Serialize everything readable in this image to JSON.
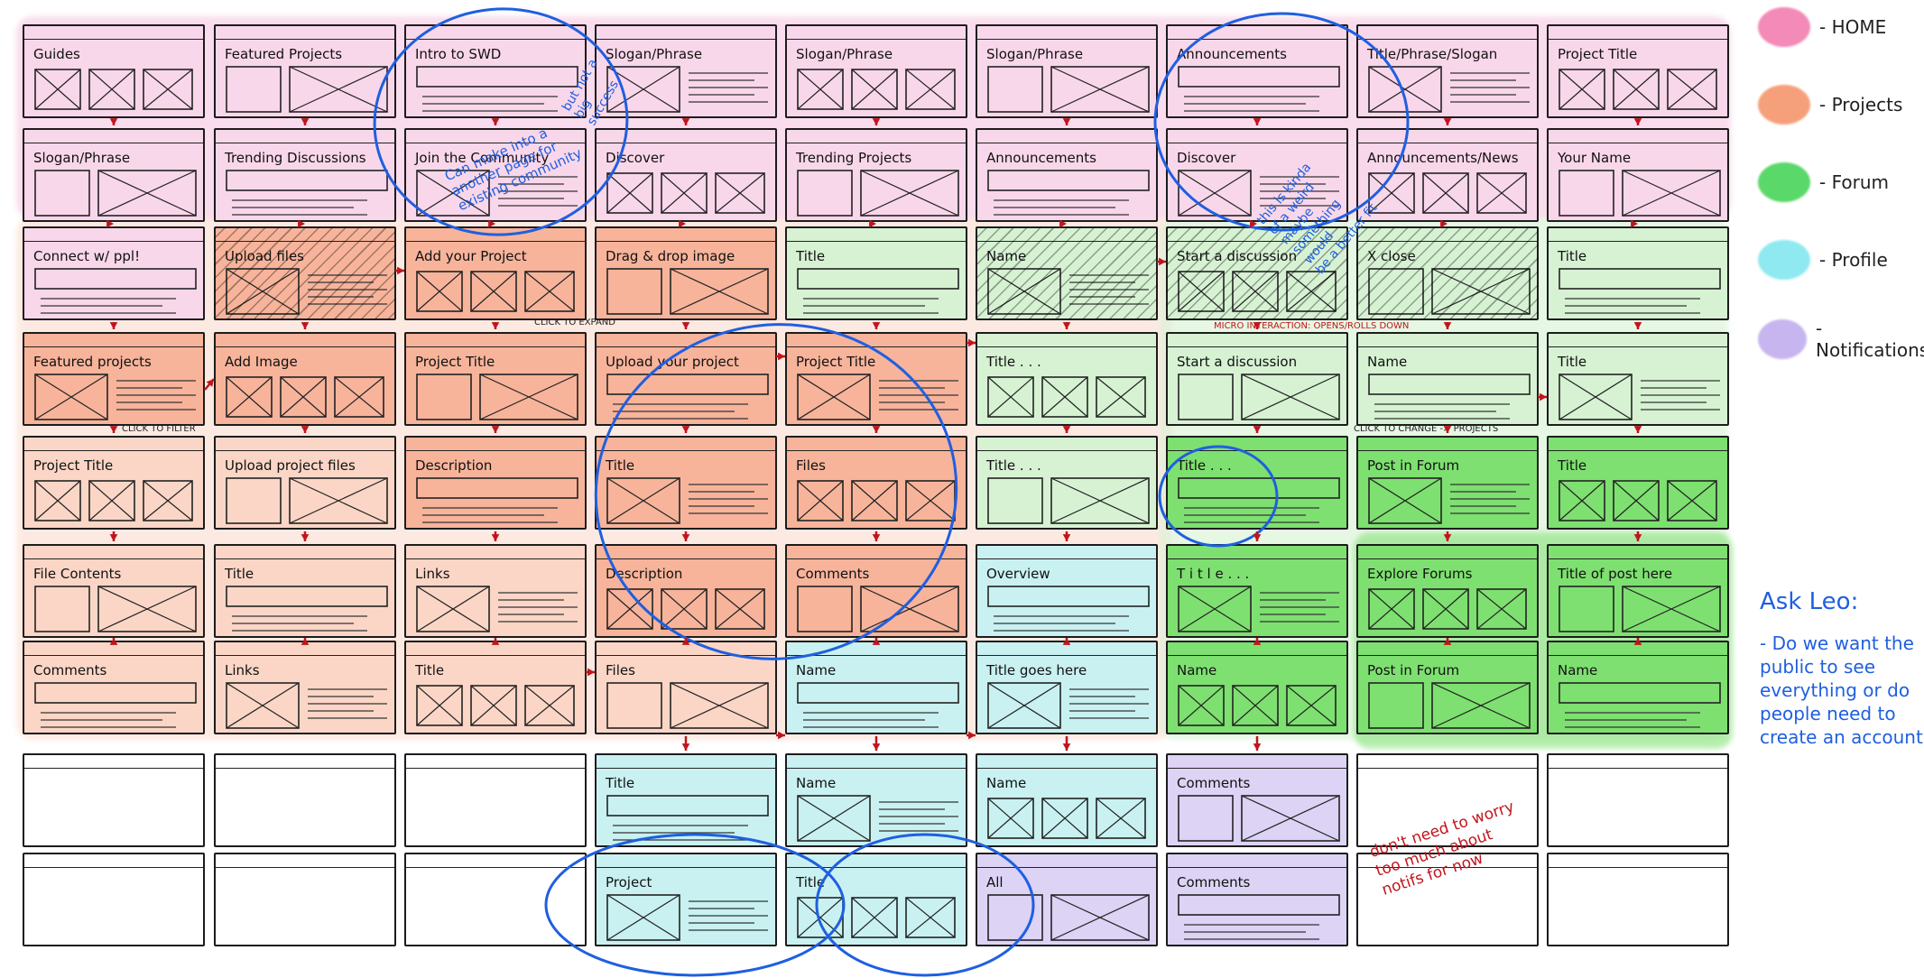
{
  "legend": [
    {
      "label": "- HOME",
      "color": "#f48ab8"
    },
    {
      "label": "- Projects",
      "color": "#f6a07b"
    },
    {
      "label": "- Forum",
      "color": "#5bd86a"
    },
    {
      "label": "- Profile",
      "color": "#8eeaf0"
    },
    {
      "label": "- Notifications",
      "color": "#c7b5f0"
    }
  ],
  "row_colors": {
    "home": "#f9d7ea",
    "projects": "#f7b49b",
    "projects_light": "#fbd6c6",
    "forum": "#d6f2d3",
    "forum_strong": "#7ee070",
    "profile": "#c9f1f1",
    "notifications": "#dcd3f5",
    "empty": "#ffffff"
  },
  "frames": [
    {
      "t": "Guides",
      "c": "home"
    },
    {
      "t": "Featured Projects",
      "c": "home"
    },
    {
      "t": "Intro to SWD",
      "c": "home"
    },
    {
      "t": "Slogan/Phrase",
      "c": "home"
    },
    {
      "t": "Slogan/Phrase",
      "c": "home"
    },
    {
      "t": "Slogan/Phrase",
      "c": "home"
    },
    {
      "t": "Announcements",
      "c": "home"
    },
    {
      "t": "Title/Phrase/Slogan",
      "c": "home"
    },
    {
      "t": "Project Title",
      "c": "home"
    },
    {
      "t": "Slogan/Phrase",
      "c": "home"
    },
    {
      "t": "Trending Discussions",
      "c": "home"
    },
    {
      "t": "Join the Community",
      "c": "home"
    },
    {
      "t": "Discover",
      "c": "home"
    },
    {
      "t": "Trending Projects",
      "c": "home"
    },
    {
      "t": "Announcements",
      "c": "home"
    },
    {
      "t": "Discover",
      "c": "home"
    },
    {
      "t": "Announcements/News",
      "c": "home"
    },
    {
      "t": "Your Name",
      "c": "home"
    },
    {
      "t": "Connect w/ ppl!",
      "c": "home"
    },
    {
      "t": "Upload files",
      "c": "projects"
    },
    {
      "t": "Add your Project",
      "c": "projects"
    },
    {
      "t": "Drag & drop image",
      "c": "projects"
    },
    {
      "t": "Title",
      "c": "forum"
    },
    {
      "t": "Name",
      "c": "forum"
    },
    {
      "t": "Start a discussion",
      "c": "forum"
    },
    {
      "t": "X close",
      "c": "forum"
    },
    {
      "t": "Title",
      "c": "forum"
    },
    {
      "t": "Featured projects",
      "c": "projects"
    },
    {
      "t": "Add Image",
      "c": "projects"
    },
    {
      "t": "Project Title",
      "c": "projects"
    },
    {
      "t": "Upload your project",
      "c": "projects"
    },
    {
      "t": "Project Title",
      "c": "projects"
    },
    {
      "t": "Title . . .",
      "c": "forum"
    },
    {
      "t": "Start a discussion",
      "c": "forum"
    },
    {
      "t": "Name",
      "c": "forum"
    },
    {
      "t": "Title",
      "c": "forum"
    },
    {
      "t": "Project Title",
      "c": "projects_light"
    },
    {
      "t": "Upload project files",
      "c": "projects_light"
    },
    {
      "t": "Description",
      "c": "projects"
    },
    {
      "t": "Title",
      "c": "projects"
    },
    {
      "t": "Files",
      "c": "projects"
    },
    {
      "t": "Title . . .",
      "c": "forum"
    },
    {
      "t": "Title . . .",
      "c": "forum_strong"
    },
    {
      "t": "Post in Forum",
      "c": "forum_strong"
    },
    {
      "t": "Title",
      "c": "forum_strong"
    },
    {
      "t": "File Contents",
      "c": "projects_light"
    },
    {
      "t": "Title",
      "c": "projects_light"
    },
    {
      "t": "Links",
      "c": "projects_light"
    },
    {
      "t": "Description",
      "c": "projects"
    },
    {
      "t": "Comments",
      "c": "projects"
    },
    {
      "t": "Overview",
      "c": "profile"
    },
    {
      "t": "T i t l e . . .",
      "c": "forum_strong"
    },
    {
      "t": "Explore Forums",
      "c": "forum_strong"
    },
    {
      "t": "Title of post here",
      "c": "forum_strong"
    },
    {
      "t": "Comments",
      "c": "projects_light"
    },
    {
      "t": "Links",
      "c": "projects_light"
    },
    {
      "t": "Title",
      "c": "projects_light"
    },
    {
      "t": "Files",
      "c": "projects_light"
    },
    {
      "t": "Name",
      "c": "profile"
    },
    {
      "t": "Title goes here",
      "c": "profile"
    },
    {
      "t": "Name",
      "c": "forum_strong"
    },
    {
      "t": "Post in Forum",
      "c": "forum_strong"
    },
    {
      "t": "Name",
      "c": "forum_strong"
    },
    {
      "t": "",
      "c": "empty"
    },
    {
      "t": "",
      "c": "empty"
    },
    {
      "t": "",
      "c": "empty"
    },
    {
      "t": "Title",
      "c": "profile"
    },
    {
      "t": "Name",
      "c": "profile"
    },
    {
      "t": "Name",
      "c": "profile"
    },
    {
      "t": "Comments",
      "c": "notifications"
    },
    {
      "t": "",
      "c": "empty"
    },
    {
      "t": "",
      "c": "empty"
    },
    {
      "t": "",
      "c": "empty"
    },
    {
      "t": "",
      "c": "empty"
    },
    {
      "t": "",
      "c": "empty"
    },
    {
      "t": "Project",
      "c": "profile"
    },
    {
      "t": "Title",
      "c": "profile"
    },
    {
      "t": "All",
      "c": "notifications"
    },
    {
      "t": "Comments",
      "c": "notifications"
    },
    {
      "t": "",
      "c": "empty"
    },
    {
      "t": "",
      "c": "empty"
    }
  ],
  "notes": {
    "ask_leo_title": "Ask Leo:",
    "ask_leo_body": "- Do we want the\npublic to see\neverything or do\npeople need to\ncreate an account",
    "blue_left": "Can make into a\nanother page for\nexisting community",
    "blue_left_top": "but not a\nbig\nsuccess",
    "blue_right": "this is kinda\nof a weird\nmaybe\nsomething\nwould\nbe a better fit",
    "red_bottom": "don't need to worry\ntoo much about\nnotifs for now",
    "click_filter": "CLICK TO FILTER",
    "click_expand": "CLICK TO EXPAND",
    "micro": "MICRO INTERACTION: OPENS/ROLLS DOWN",
    "click_projects": "CLICK TO CHANGE -> PROJECTS"
  }
}
